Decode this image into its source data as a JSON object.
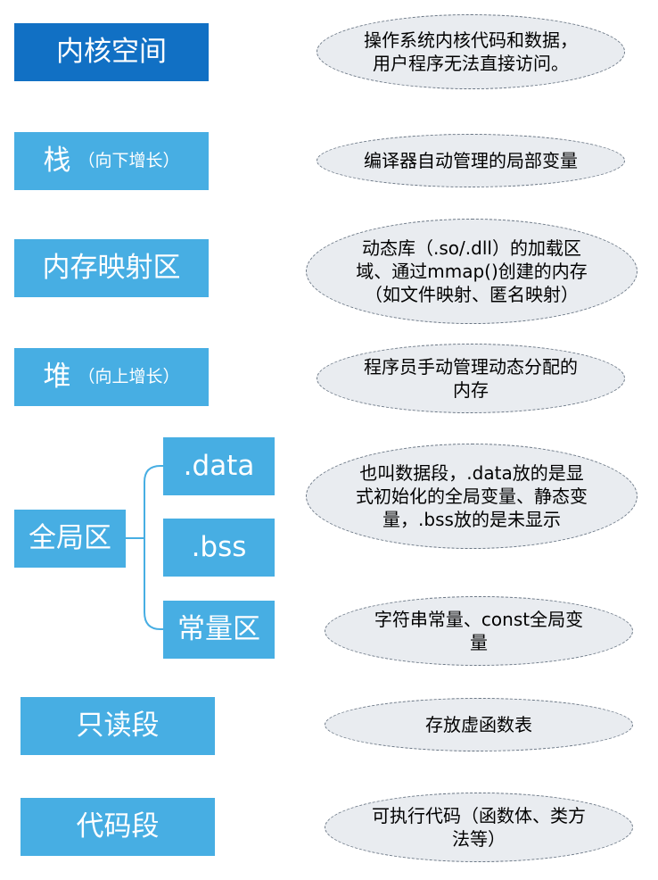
{
  "segments": [
    {
      "id": "kernel",
      "label": "内核空间",
      "note": "",
      "style": "dark",
      "description": "操作系统内核代码和数据，\n用户程序无法直接访问。"
    },
    {
      "id": "stack",
      "label": "栈",
      "note": "（向下增长）",
      "style": "light",
      "description": "编译器自动管理的局部变量"
    },
    {
      "id": "mmap",
      "label": "内存映射区",
      "note": "",
      "style": "light",
      "description": "动态库（.so/.dll）的加载区\n域、通过mmap()创建的内存\n（如文件映射、匿名映射）"
    },
    {
      "id": "heap",
      "label": "堆",
      "note": "（向上增长）",
      "style": "light",
      "description": "程序员手动管理动态分配的\n内存"
    },
    {
      "id": "readonly",
      "label": "只读段",
      "note": "",
      "style": "light",
      "description": "存放虚函数表"
    },
    {
      "id": "code",
      "label": "代码段",
      "note": "",
      "style": "light",
      "description": "可执行代码（函数体、类方\n法等）"
    }
  ],
  "global": {
    "label": "全局区",
    "children": [
      {
        "id": "data",
        "label": ".data"
      },
      {
        "id": "bss",
        "label": ".bss"
      },
      {
        "id": "const",
        "label": "常量区"
      }
    ],
    "data_bss_description": "也叫数据段，.data放的是显\n式初始化的全局变量、静态变\n量，.bss放的是未显示",
    "const_description": "字符串常量、const全局变\n量"
  },
  "colors": {
    "dark_box": "#1170c4",
    "light_box": "#47aee3",
    "ellipse_fill": "#e9ecf0",
    "ellipse_border": "#6a7684",
    "connector": "#47aee3"
  }
}
